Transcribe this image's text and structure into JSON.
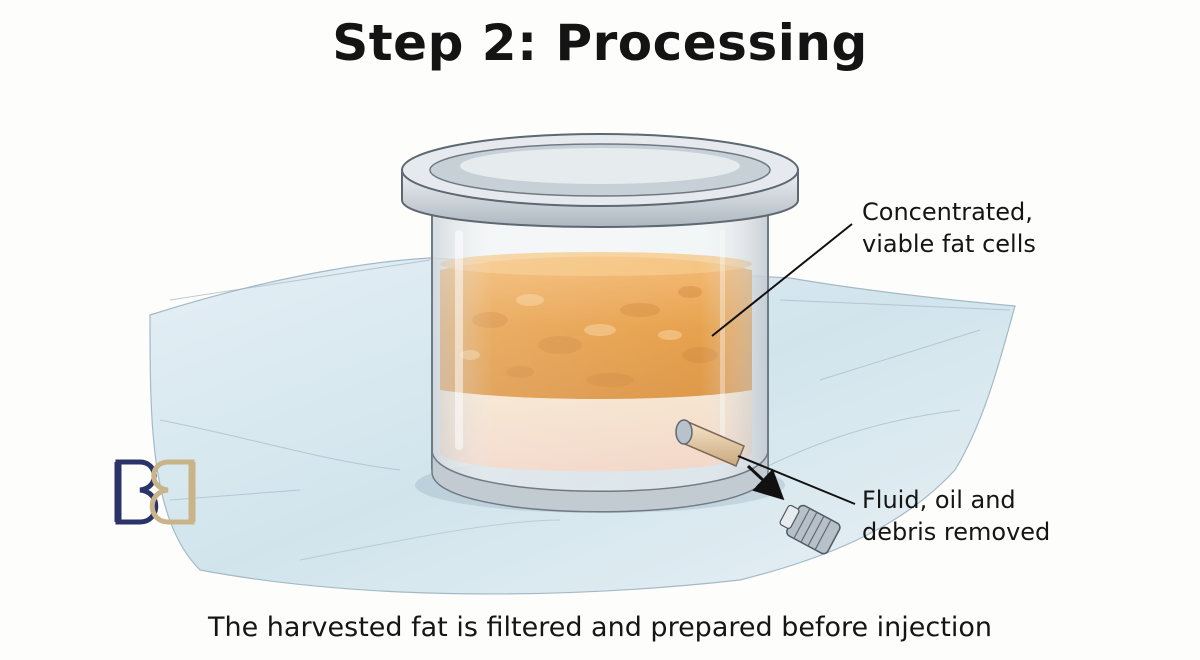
{
  "title": "Step 2: Processing",
  "labels": {
    "fat_cells": [
      "Concentrated,",
      "viable fat cells"
    ],
    "waste": [
      "Fluid, oil and",
      "debris removed"
    ]
  },
  "caption": "The harvested fat is filtered and prepared before injection",
  "colors": {
    "fat_layer": "#e69a3a",
    "fluid_layer": "#f4dcc6",
    "cloth": "#d6e6ef",
    "logo_navy": "#2b3468",
    "logo_gold": "#c9b48a"
  }
}
